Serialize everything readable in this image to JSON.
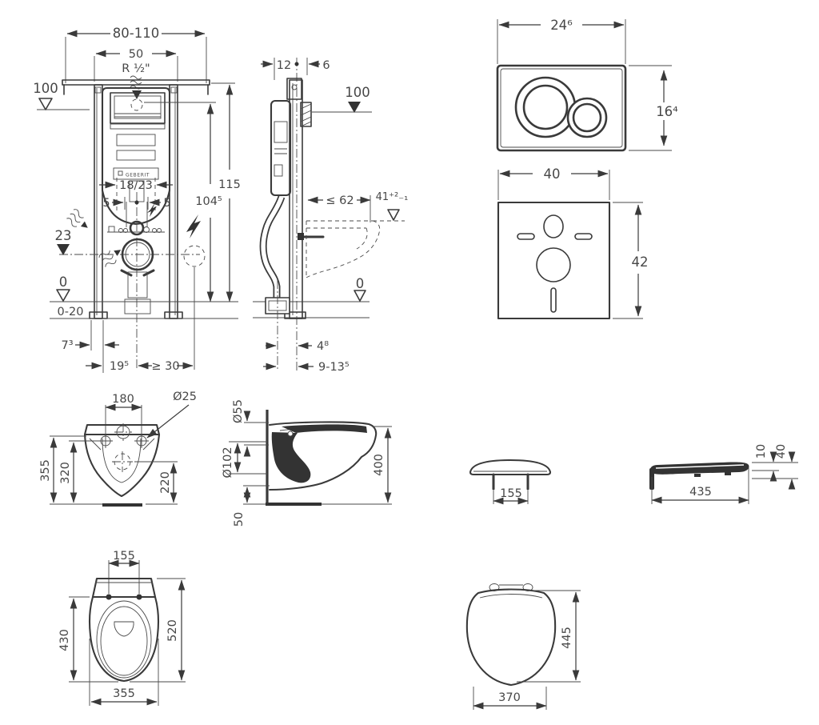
{
  "colors": {
    "line": "#3a3a3a",
    "text": "#474747",
    "background": "#ffffff"
  },
  "frame_front": {
    "dim_width_range": "80-110",
    "dim_rail_width": "50",
    "supply_thread": "R ½\"",
    "level_100": "100",
    "height_total": "115",
    "height_supply": "104⁵",
    "dim_18_23": "18/23",
    "dim_5_left": "5",
    "dim_5_right": "5",
    "level_23": "23",
    "level_0": "0",
    "floor_range": "0-20",
    "dim_7_3": "7³",
    "dim_19_5": "19⁵",
    "dim_min_30": "≥ 30",
    "logo": "GEBERIT"
  },
  "frame_side": {
    "dim_depth": "12",
    "dim_6": "6",
    "level_100": "100",
    "dim_max_62": "≤ 62",
    "dim_41": "41⁺²₋₁",
    "level_0": "0",
    "dim_4_8": "4⁸",
    "dim_9_13_5": "9-13⁵"
  },
  "flush_plate": {
    "dim_width": "24⁶",
    "dim_height": "16⁴"
  },
  "sound_mat": {
    "dim_width": "40",
    "dim_height": "42"
  },
  "bowl_front": {
    "dim_bolt_spacing": "180",
    "dia_bolt": "Ø25",
    "dim_height": "355",
    "dim_inner_height": "320",
    "dim_outlet_height": "220"
  },
  "bowl_side": {
    "dia_inlet": "Ø55",
    "dia_outlet": "Ø102",
    "dim_depth": "400",
    "dim_bottom": "50"
  },
  "seat_front": {
    "dim_hinge_spacing": "155"
  },
  "seat_side": {
    "dim_thickness": "10",
    "dim_height": "40",
    "dim_length": "435"
  },
  "bowl_top": {
    "dim_bolt_spacing": "155",
    "dim_inner_length": "430",
    "dim_length": "520",
    "dim_width": "355"
  },
  "seat_top": {
    "dim_length": "445",
    "dim_width": "370"
  }
}
